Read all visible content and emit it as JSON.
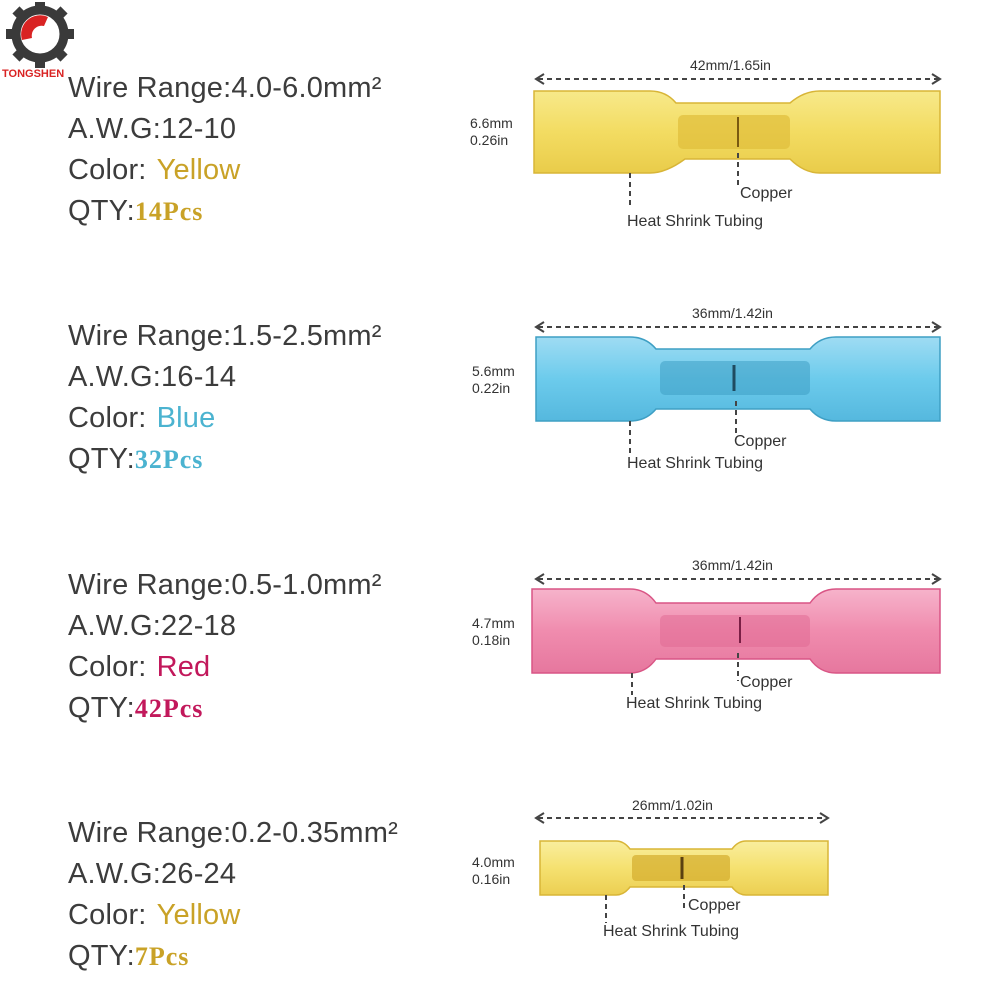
{
  "brand": {
    "name": "TONGSHEN"
  },
  "products": [
    {
      "wire_range": "Wire  Range:4.0-6.0mm²",
      "awg": "A.W.G:12-10",
      "color_label": "Color:",
      "color_name": "Yellow",
      "qty_label": "QTY:",
      "qty_value": "14Pcs",
      "length": "42mm/1.65in",
      "dia_mm": "6.6mm",
      "dia_in": "0.26in",
      "copper_label": "Copper",
      "tubing_label": "Heat  Shrink  Tubing",
      "text_color": "#c9a227",
      "tube_color": "#f3dc62",
      "tube_dark": "#d8b537"
    },
    {
      "wire_range": "Wire  Range:1.5-2.5mm²",
      "awg": "A.W.G:16-14",
      "color_label": "Color:",
      "color_name": "Blue",
      "qty_label": "QTY:",
      "qty_value": "32Pcs",
      "length": "36mm/1.42in",
      "dia_mm": "5.6mm",
      "dia_in": "0.22in",
      "copper_label": "Copper",
      "tubing_label": "Heat  Shrink  Tubing",
      "text_color": "#4bb3d0",
      "tube_color": "#6ccbec",
      "tube_dark": "#3e9fc4"
    },
    {
      "wire_range": "Wire  Range:0.5-1.0mm²",
      "awg": "A.W.G:22-18",
      "color_label": "Color:",
      "color_name": "Red",
      "qty_label": "QTY:",
      "qty_value": "42Pcs",
      "length": "36mm/1.42in",
      "dia_mm": "4.7mm",
      "dia_in": "0.18in",
      "copper_label": "Copper",
      "tubing_label": "Heat  Shrink  Tubing",
      "text_color": "#c2185b",
      "tube_color": "#f08cae",
      "tube_dark": "#d95585"
    },
    {
      "wire_range": "Wire  Range:0.2-0.35mm²",
      "awg": "A.W.G:26-24",
      "color_label": "Color:",
      "color_name": "Yellow",
      "qty_label": "QTY:",
      "qty_value": "7Pcs",
      "length": "26mm/1.02in",
      "dia_mm": "4.0mm",
      "dia_in": "0.16in",
      "copper_label": "Copper",
      "tubing_label": "Heat  Shrink  Tubing",
      "text_color": "#c9a227",
      "tube_color": "#f3dc62",
      "tube_dark": "#d8b537"
    }
  ]
}
